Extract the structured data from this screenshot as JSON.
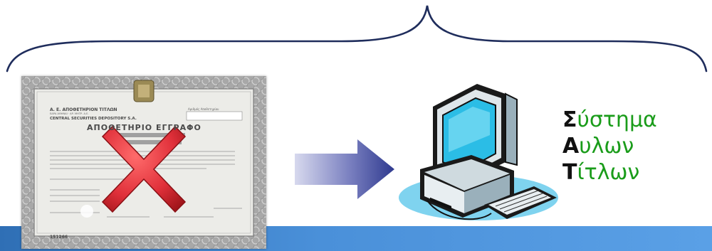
{
  "certificate": {
    "company_gr": "Α. Ε. ΑΠΟΘΕΤΗΡΙΟΝ ΤΙΤΛΩΝ",
    "address": "ΕΔΡΑ ΑΘΗΝΑΙ · ΑΡ. ΜΗΤΡ. Α.Ε.",
    "company_en": "CENTRAL SECURITIES DEPOSITORY S.A.",
    "number_label": "Αριθμός Αποθετηρίου",
    "title": "ΑΠΟΘΕΤΗΡΙΟ ΕΓΓΡΑΦΟ",
    "serial": "151266"
  },
  "acronym": {
    "lines": [
      {
        "initial": "Σ",
        "rest": "ύστημα"
      },
      {
        "initial": "Α",
        "rest": "υλων"
      },
      {
        "initial": "Τ",
        "rest": "ίτλων"
      }
    ]
  },
  "colors": {
    "acronym_text": "#1a9c1a",
    "acronym_initial": "#111111",
    "brace": "#1f2d5c",
    "bottom_bar": "#4a90d9",
    "cross": "#e0303a",
    "arrow": "#2f3a8f"
  },
  "icons": {
    "arrow": "arrow-right-icon",
    "computer": "desktop-computer-icon",
    "cross": "cross-icon"
  }
}
